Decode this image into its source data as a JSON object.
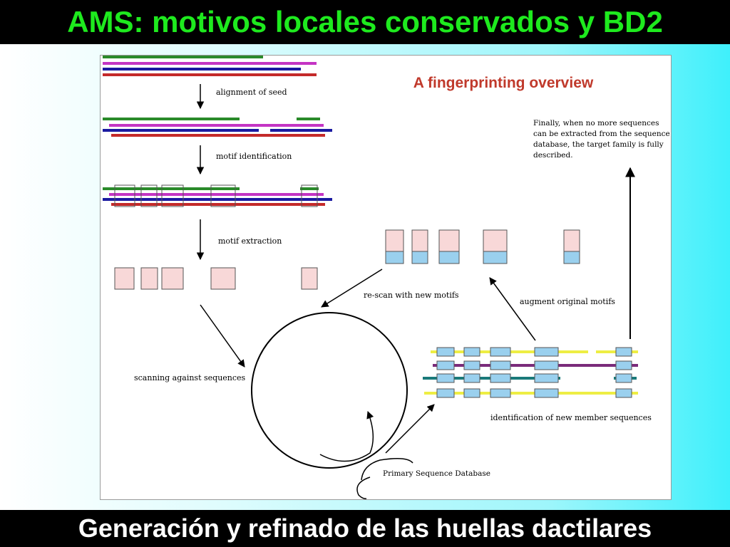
{
  "slide": {
    "title": "AMS: motivos locales conservados y BD2",
    "footer": "Generación y refinado de las huellas dactilares"
  },
  "figure": {
    "heading": "A fingerprinting overview",
    "labels": {
      "alignment": "alignment of seed",
      "motif_identification": "motif identification",
      "motif_extraction": "motif extraction",
      "scanning": "scanning against sequences",
      "rescan": "re-scan with new motifs",
      "augment": "augment original motifs",
      "identification": "identification of new member sequences",
      "database": "Primary Sequence Database",
      "finally_lines": [
        "Finally, when no more sequences",
        "can be extracted from the sequence",
        "database, the target family is fully",
        "described."
      ]
    },
    "colors": {
      "green": "#2a8a2a",
      "magenta": "#c434c4",
      "blue": "#1a1aa0",
      "red": "#c42a2a",
      "motif_pink": "#f8d8d8",
      "motif_blue": "#9ad0ee",
      "yellow": "#eeee44",
      "purple": "#7a2a7a",
      "teal": "#1a7a7a",
      "heading_red": "#c0392b"
    }
  }
}
